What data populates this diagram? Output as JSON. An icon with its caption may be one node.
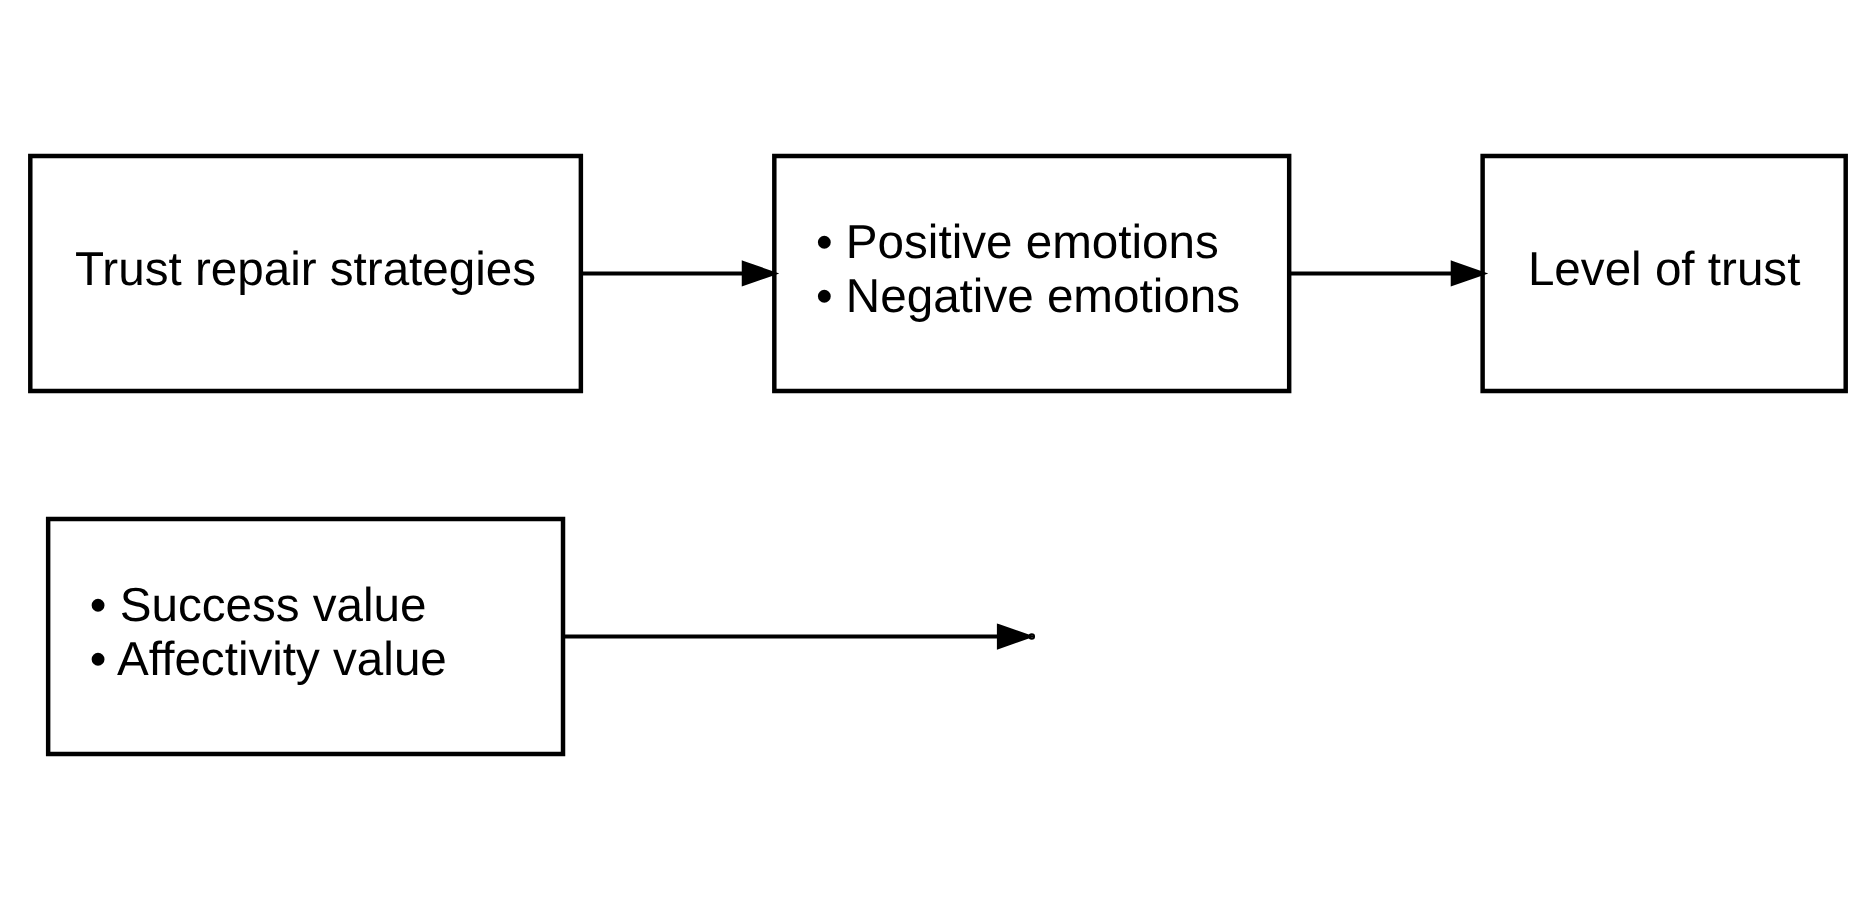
{
  "diagram": {
    "nodes": [
      {
        "text": [
          "• Success value",
          "• Affectivity value"
        ]
      },
      {
        "text": [
          "Trust repair strategies"
        ]
      },
      {
        "text": [
          "• Positive emotions",
          "• Negative emotions"
        ]
      },
      {
        "text": [
          "Level of trust"
        ]
      }
    ],
    "edges": [
      {
        "from": 1,
        "to": 2,
        "arrow": "to"
      },
      {
        "from": 2,
        "to": 3,
        "arrow": "to"
      },
      {
        "from": 0,
        "to": null,
        "arrow": "to"
      }
    ]
  }
}
